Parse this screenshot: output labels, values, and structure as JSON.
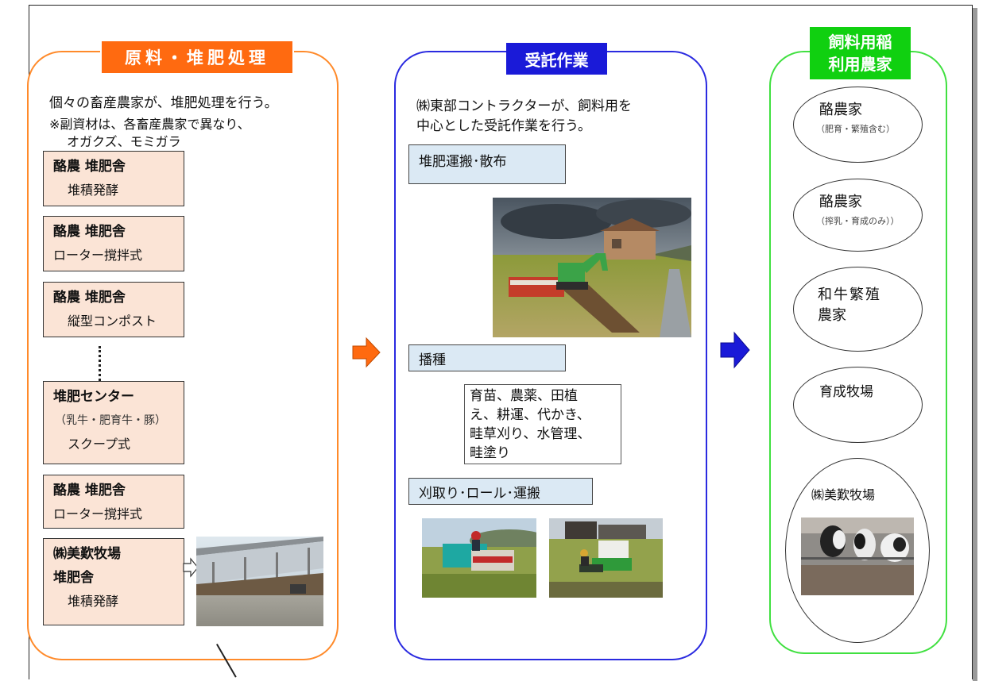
{
  "panel1": {
    "label": "原料・堆肥処理",
    "intro1": "個々の畜産農家が、堆肥処理を行う。",
    "intro2": "※副資材は、各畜産農家で異なり、",
    "intro3": "オガクズ、モミガラ",
    "steps": [
      {
        "title": "酪農 堆肥舎",
        "sub": "堆積発酵"
      },
      {
        "title": "酪農 堆肥舎",
        "sub": "ローター撹拌式"
      },
      {
        "title": "酪農 堆肥舎",
        "sub": "縦型コンポスト"
      },
      {
        "title": "堆肥センター",
        "sub2": "（乳牛・肥育牛・豚）",
        "sub": "スクープ式"
      },
      {
        "title": "酪農 堆肥舎",
        "sub": "ローター撹拌式"
      },
      {
        "title": "㈱美歎牧場",
        "title2": "堆肥舎",
        "sub": "堆積発酵"
      }
    ]
  },
  "panel2": {
    "label": "受託作業",
    "intro1": "㈱東部コントラクターが、飼料用を",
    "intro2": "中心とした受託作業を行う。",
    "tasks": [
      "堆肥運搬･散布",
      "播種",
      "刈取り･ロール･運搬"
    ],
    "sowing_details": [
      "育苗、農薬、田植",
      "え、耕運、代かき、",
      "畦草刈り、水管理、",
      "畦塗り"
    ]
  },
  "panel3": {
    "label_line1": "飼料用稲",
    "label_line2": "利用農家",
    "farms": [
      {
        "name": "酪農家",
        "note": "（肥育・繁殖含む）"
      },
      {
        "name": "酪農家",
        "note": "（搾乳・育成のみ））"
      },
      {
        "name_line1": "和牛繁殖",
        "name_line2": "農家"
      },
      {
        "name": "育成牧場"
      },
      {
        "name": "㈱美歎牧場"
      }
    ]
  },
  "colors": {
    "orange": "#ff6a10",
    "blue": "#1a1ad8",
    "green": "#10d010"
  }
}
